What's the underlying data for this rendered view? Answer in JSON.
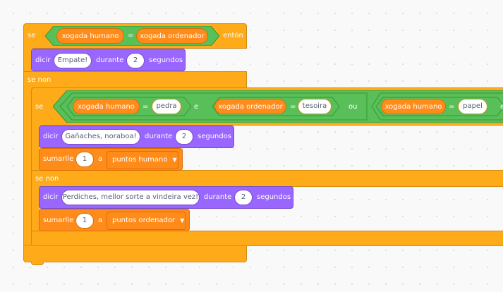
{
  "outer_if": {
    "if_label": "se",
    "then_label": "entón",
    "else_label": "se non",
    "condition": {
      "left": "xogada humano",
      "op": "=",
      "right": "xogada ordenador"
    }
  },
  "say_draw": {
    "say": "dicir",
    "message": "Empate!",
    "for": "durante",
    "secs": "2",
    "unit": "segundos"
  },
  "inner_if": {
    "if_label": "se",
    "else_label": "se non",
    "condition": {
      "c1": {
        "left": "xogada humano",
        "op": "=",
        "right": "pedra"
      },
      "and": "e",
      "c2": {
        "left": "xogada ordenador",
        "op": "=",
        "right": "tesoira"
      },
      "or": "ou",
      "c3": {
        "left": "xogada humano",
        "op": "=",
        "right": "papel"
      },
      "trail": "e"
    }
  },
  "say_win": {
    "say": "dicir",
    "message": "Gañaches, noraboa!",
    "for": "durante",
    "secs": "2",
    "unit": "segundos"
  },
  "add_human": {
    "label": "sumarlle",
    "value": "1",
    "to": "a",
    "variable": "puntos humano"
  },
  "say_lose": {
    "say": "dicir",
    "message": "Perdiches, mellor sorte a vindeira vez!",
    "for": "durante",
    "secs": "2",
    "unit": "segundos"
  },
  "add_computer": {
    "label": "sumarlle",
    "value": "1",
    "to": "a",
    "variable": "puntos ordenador"
  },
  "colors": {
    "control": "#FFAB19",
    "looks": "#9966FF",
    "variables": "#FF8C1A",
    "operators": "#59C059"
  }
}
